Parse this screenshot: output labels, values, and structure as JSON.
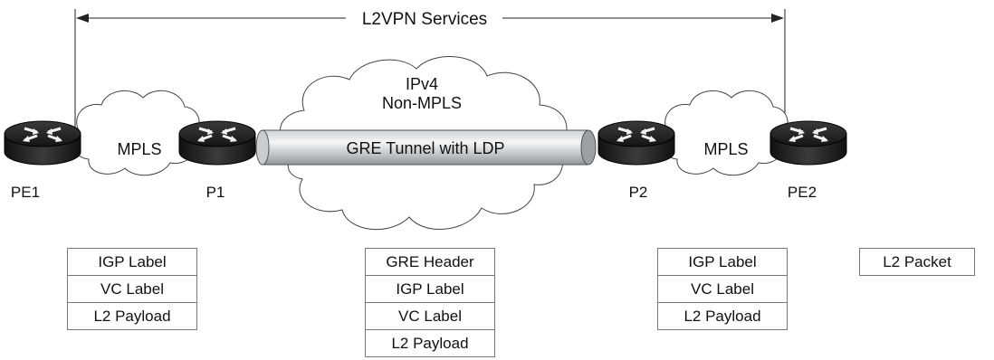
{
  "services_label": "L2VPN Services",
  "clouds": {
    "mpls_left": "MPLS",
    "core_line1": "IPv4",
    "core_line2": "Non-MPLS",
    "mpls_right": "MPLS"
  },
  "tunnel_label": "GRE Tunnel with LDP",
  "routers": [
    {
      "name": "PE1"
    },
    {
      "name": "P1"
    },
    {
      "name": "P2"
    },
    {
      "name": "PE2"
    }
  ],
  "stacks": {
    "pe1_p1": [
      "IGP Label",
      "VC Label",
      "L2 Payload"
    ],
    "core": [
      "GRE Header",
      "IGP Label",
      "VC Label",
      "L2 Payload"
    ],
    "p2_pe2": [
      "IGP Label",
      "VC Label",
      "L2 Payload"
    ],
    "egress": [
      "L2 Packet"
    ]
  }
}
